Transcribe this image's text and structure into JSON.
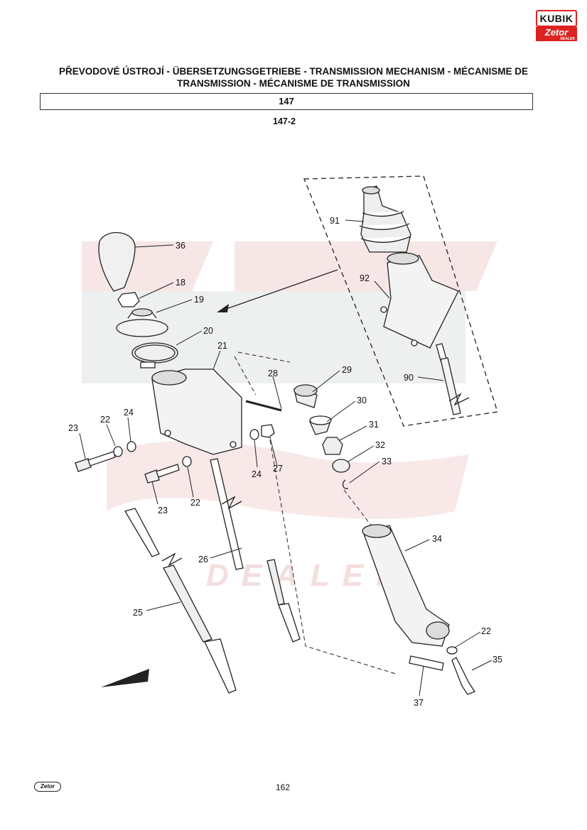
{
  "logo": {
    "brand": "KUBIK",
    "sub": "Zetor",
    "sub_small": "DEALER"
  },
  "header": {
    "title": "PŘEVODOVÉ ÚSTROJÍ - ÜBERSETZUNGSGETRIEBE - TRANSMISSION MECHANISM - MÉCANISME DE TRANSMISSION - MÉCANISME DE TRANSMISSION",
    "section": "147",
    "subsection": "147-2"
  },
  "watermark": {
    "text": "DEALER"
  },
  "parts": [
    "18",
    "19",
    "20",
    "21",
    "22",
    "22",
    "22",
    "23",
    "23",
    "24",
    "24",
    "25",
    "26",
    "27",
    "28",
    "29",
    "30",
    "31",
    "32",
    "33",
    "34",
    "35",
    "36",
    "37",
    "90",
    "91",
    "92"
  ],
  "footer": {
    "logo": "Zetor",
    "page": "162"
  },
  "colors": {
    "watermark": "#f6e4e4",
    "ink": "#111111",
    "accent": "#dd2222"
  }
}
